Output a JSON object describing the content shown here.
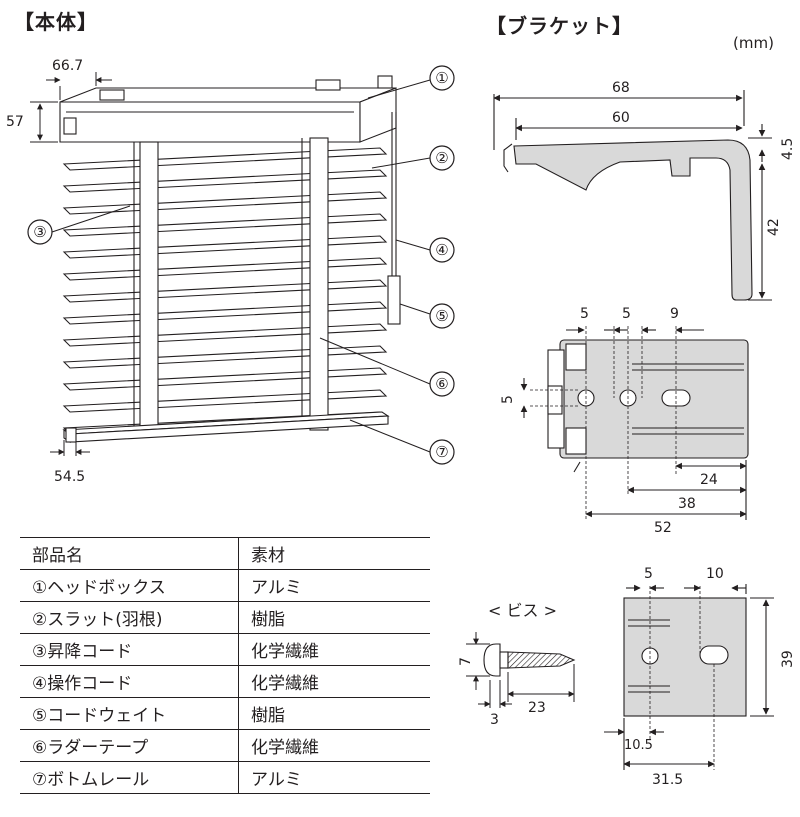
{
  "headings": {
    "body": "【本体】",
    "bracket": "【ブラケット】",
    "unit": "(mm)",
    "screw": "< ビス >"
  },
  "callouts": [
    "①",
    "②",
    "③",
    "④",
    "⑤",
    "⑥",
    "⑦"
  ],
  "body_dims": {
    "width_top": "66.7",
    "height_left": "57",
    "width_bottom": "54.5"
  },
  "bracket_side_dims": {
    "d68": "68",
    "d60": "60",
    "d4_5": "4.5",
    "d42": "42"
  },
  "bracket_top_dims": {
    "d5a": "5",
    "d5b": "5",
    "d9": "9",
    "d5v": "5",
    "d24": "24",
    "d38": "38",
    "d52": "52"
  },
  "plate_dims": {
    "d5": "5",
    "d10": "10",
    "d39": "39",
    "d10_5": "10.5",
    "d31_5": "31.5"
  },
  "screw_dims": {
    "d7": "7",
    "d23": "23",
    "d3": "3"
  },
  "parts_table": {
    "header": [
      "部品名",
      "素材"
    ],
    "rows": [
      [
        "①ヘッドボックス",
        "アルミ"
      ],
      [
        "②スラット(羽根)",
        "樹脂"
      ],
      [
        "③昇降コード",
        "化学繊維"
      ],
      [
        "④操作コード",
        "化学繊維"
      ],
      [
        "⑤コードウェイト",
        "樹脂"
      ],
      [
        "⑥ラダーテープ",
        "化学繊維"
      ],
      [
        "⑦ボトムレール",
        "アルミ"
      ]
    ]
  },
  "colors": {
    "line": "#231f20",
    "part_fill": "#d9d9d9"
  }
}
